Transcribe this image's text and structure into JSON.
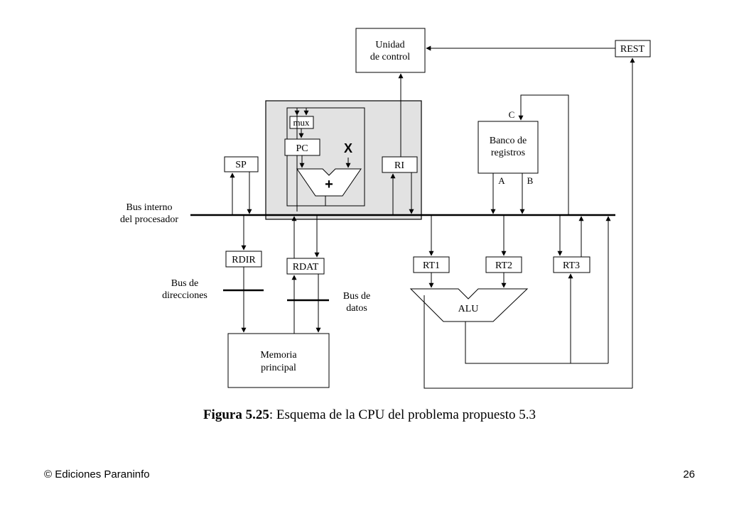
{
  "diagram": {
    "control_unit": [
      "Unidad",
      "de control"
    ],
    "rest": "REST",
    "sp": "SP",
    "mux": "mux",
    "pc": "PC",
    "x_mark": "X",
    "plus": "+",
    "ri": "RI",
    "register_bank": [
      "Banco de",
      "registros"
    ],
    "port_c": "C",
    "port_a": "A",
    "port_b": "B",
    "internal_bus": [
      "Bus interno",
      "del procesador"
    ],
    "rdir": "RDIR",
    "rdat": "RDAT",
    "address_bus": [
      "Bus de",
      "direcciones"
    ],
    "data_bus": [
      "Bus de",
      "datos"
    ],
    "rt1": "RT1",
    "rt2": "RT2",
    "rt3": "RT3",
    "alu": "ALU",
    "memory": [
      "Memoria",
      "principal"
    ]
  },
  "caption": {
    "label": "Figura 5.25",
    "text": ": Esquema de la CPU del problema propuesto 5.3"
  },
  "footer": {
    "copyright": "© Ediciones Paraninfo",
    "page_number": "26"
  }
}
